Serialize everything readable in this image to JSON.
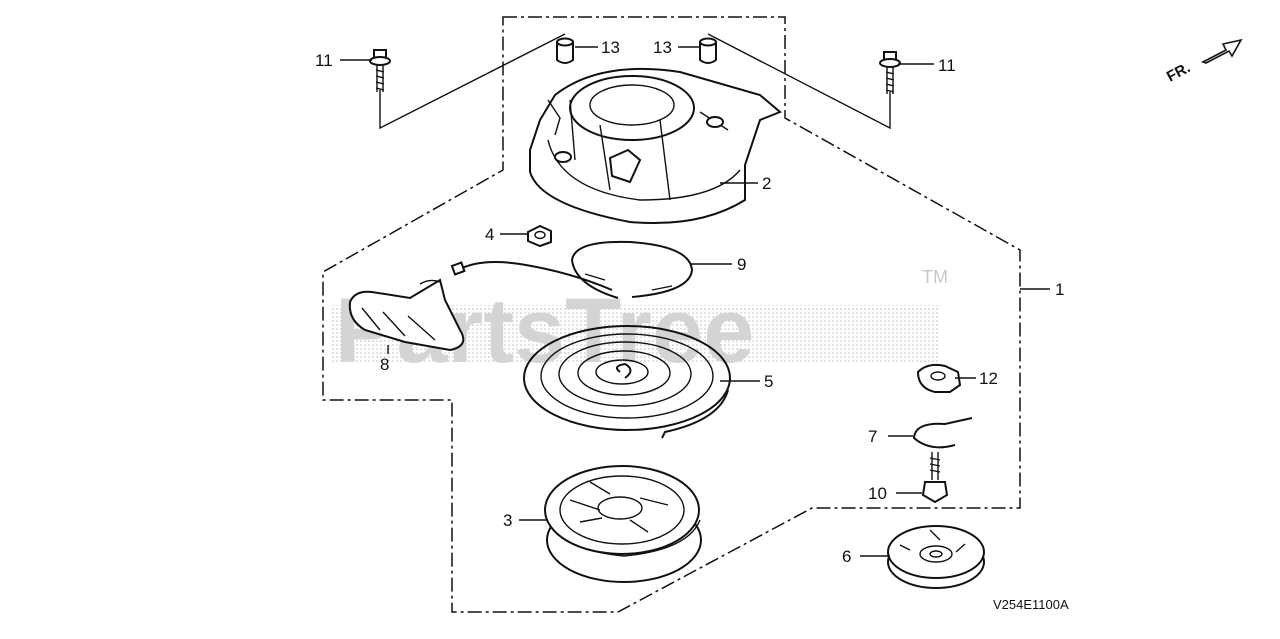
{
  "watermark": {
    "text": "PartsTree",
    "trademark": "TM"
  },
  "direction": {
    "label": "FR."
  },
  "drawing_code": "V254E1100A",
  "callouts": [
    {
      "id": "c11a",
      "label": "11"
    },
    {
      "id": "c13a",
      "label": "13"
    },
    {
      "id": "c13b",
      "label": "13"
    },
    {
      "id": "c11b",
      "label": "11"
    },
    {
      "id": "c2",
      "label": "2"
    },
    {
      "id": "c4",
      "label": "4"
    },
    {
      "id": "c9",
      "label": "9"
    },
    {
      "id": "c1",
      "label": "1"
    },
    {
      "id": "c8",
      "label": "8"
    },
    {
      "id": "c5",
      "label": "5"
    },
    {
      "id": "c12",
      "label": "12"
    },
    {
      "id": "c7",
      "label": "7"
    },
    {
      "id": "c10",
      "label": "10"
    },
    {
      "id": "c3",
      "label": "3"
    },
    {
      "id": "c6",
      "label": "6"
    }
  ]
}
